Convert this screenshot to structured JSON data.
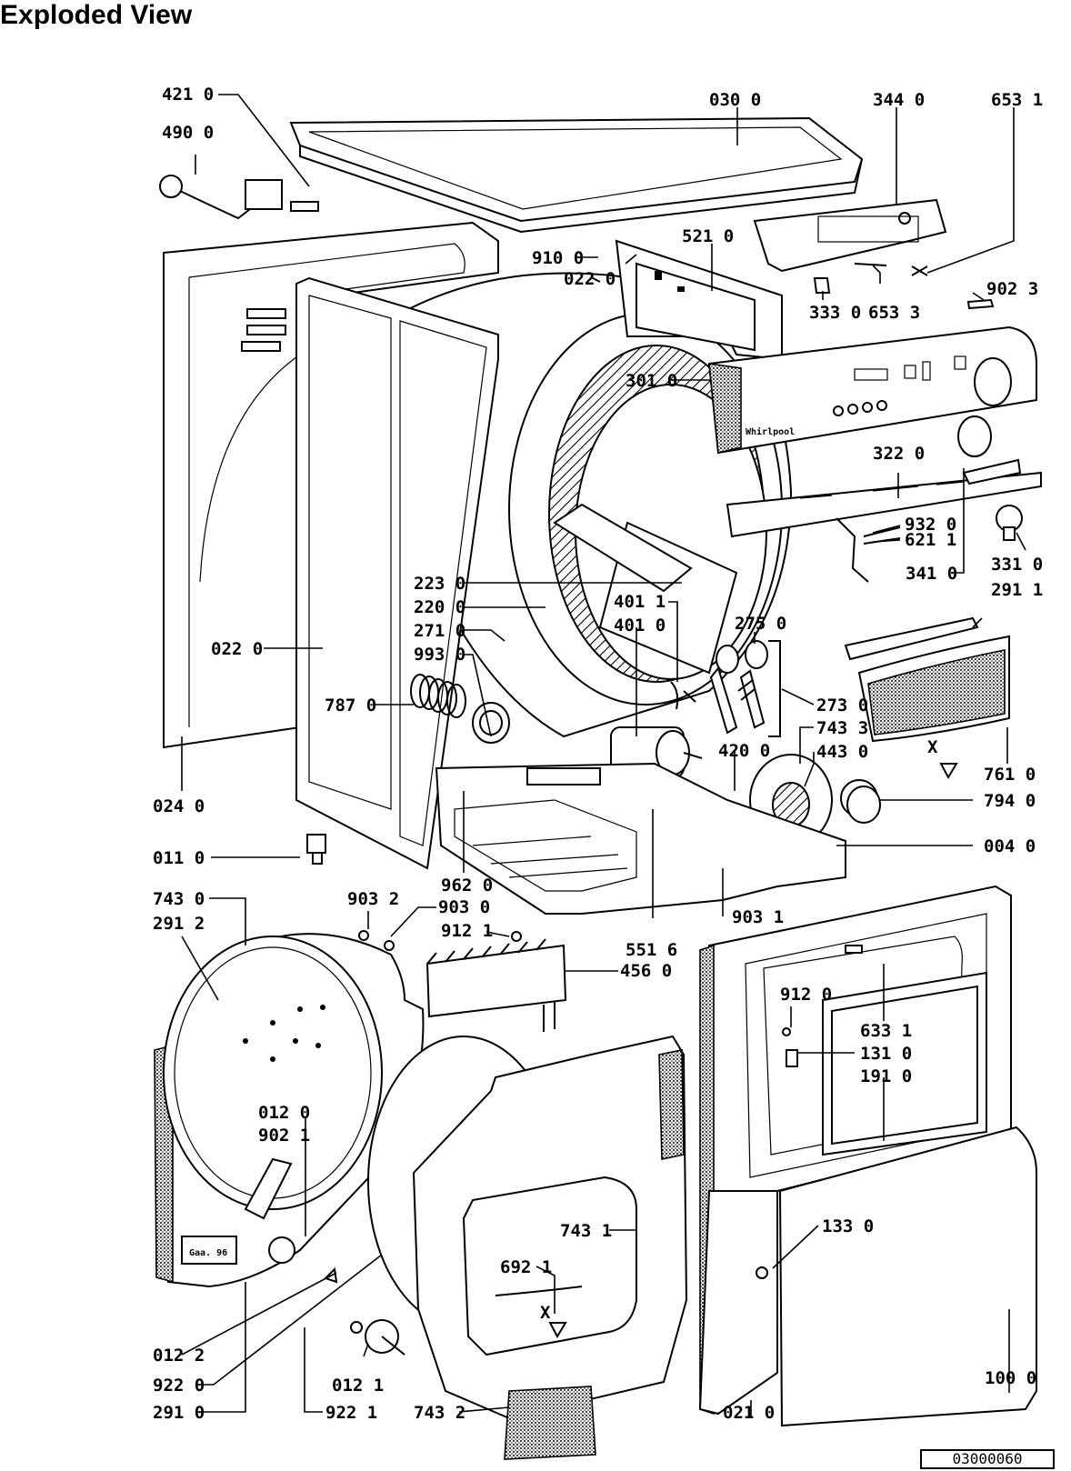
{
  "title": "Exploded View",
  "drawing_number": "03000060",
  "brand_badge": "Whirlpool",
  "rear_label": "Gaa. 96",
  "view_marker": "X",
  "part_labels": [
    "421 0",
    "490 0",
    "030 0",
    "344 0",
    "653 1",
    "910 0",
    "022 0",
    "521 0",
    "333 0",
    "653 3",
    "902 3",
    "301 0",
    "322 0",
    "932 0",
    "621 1",
    "341 0",
    "331 0",
    "291 1",
    "223 0",
    "220 0",
    "271 0",
    "993 0",
    "401 1",
    "401 0",
    "275 0",
    "022 0",
    "787 0",
    "273 0",
    "743 3",
    "443 0",
    "420 0",
    "761 0",
    "024 0",
    "794 0",
    "004 0",
    "011 0",
    "962 0",
    "903 1",
    "743 0",
    "291 2",
    "903 2",
    "903 0",
    "912 1",
    "551 6",
    "456 0",
    "912 0",
    "633 1",
    "131 0",
    "191 0",
    "012 0",
    "902 1",
    "743 1",
    "133 0",
    "692 1",
    "012 2",
    "922 0",
    "291 0",
    "012 1",
    "922 1",
    "743 2",
    "021 0",
    "100 0"
  ]
}
